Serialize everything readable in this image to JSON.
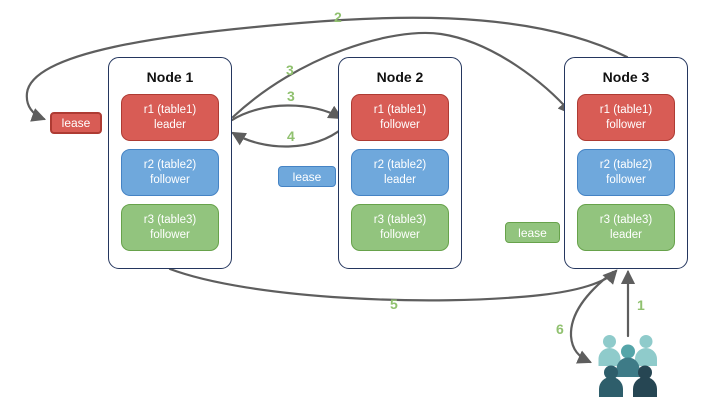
{
  "nodes": [
    {
      "title": "Node 1",
      "replicas": [
        {
          "label": "r1 (table1)",
          "role": "leader",
          "color": "#D85C55"
        },
        {
          "label": "r2 (table2)",
          "role": "follower",
          "color": "#6FA8DC"
        },
        {
          "label": "r3 (table3)",
          "role": "follower",
          "color": "#92C47E"
        }
      ]
    },
    {
      "title": "Node 2",
      "replicas": [
        {
          "label": "r1 (table1)",
          "role": "follower",
          "color": "#D85C55"
        },
        {
          "label": "r2 (table2)",
          "role": "leader",
          "color": "#6FA8DC"
        },
        {
          "label": "r3 (table3)",
          "role": "follower",
          "color": "#92C47E"
        }
      ]
    },
    {
      "title": "Node 3",
      "replicas": [
        {
          "label": "r1 (table1)",
          "role": "follower",
          "color": "#D85C55"
        },
        {
          "label": "r2 (table2)",
          "role": "follower",
          "color": "#6FA8DC"
        },
        {
          "label": "r3 (table3)",
          "role": "leader",
          "color": "#92C47E"
        }
      ]
    }
  ],
  "leases": [
    {
      "label": "lease",
      "variant": "red"
    },
    {
      "label": "lease",
      "variant": "blue"
    },
    {
      "label": "lease",
      "variant": "green"
    }
  ],
  "steps": {
    "1": "1",
    "2": "2",
    "3a": "3",
    "3b": "3",
    "4": "4",
    "5": "5",
    "6": "6"
  },
  "icons": {
    "users": "users-group-icon"
  },
  "colors": {
    "node_border": "#24365E",
    "replica_red_fill": "#D85C55",
    "replica_red_border": "#AE3B33",
    "replica_blue_fill": "#6FA8DC",
    "replica_blue_border": "#4583C4",
    "replica_green_fill": "#92C47E",
    "replica_green_border": "#67A24B",
    "step_label_green": "#90C16F",
    "arrow_gray": "#5E5E5E",
    "users_light_teal": "#8FCBCB",
    "users_medium_teal": "#55A5A9",
    "users_medium_body": "#3E7B87",
    "users_dark_teal": "#2E5E6B",
    "users_darkest": "#264653"
  }
}
